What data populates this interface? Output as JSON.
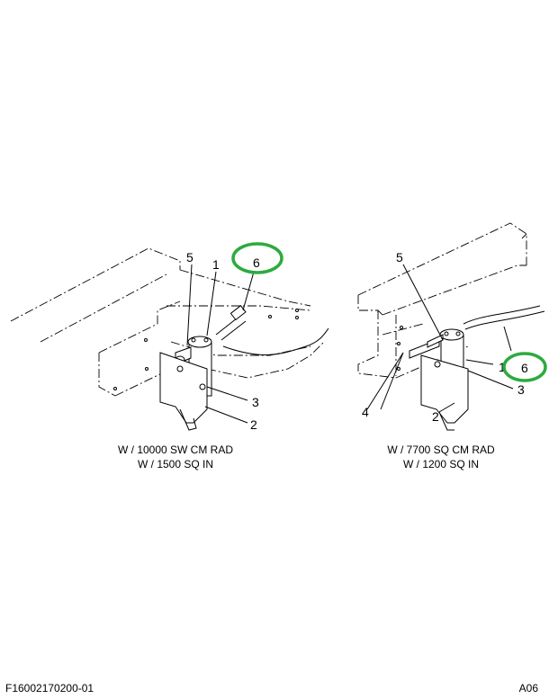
{
  "left_view": {
    "callouts": [
      "5",
      "1",
      "6",
      "3",
      "2"
    ],
    "caption_line1": "W / 10000 SW CM RAD",
    "caption_line2": "W / 1500 SQ IN"
  },
  "right_view": {
    "callouts": [
      "5",
      "1",
      "6",
      "3",
      "4",
      "2"
    ],
    "caption_line1": "W / 7700 SQ CM RAD",
    "caption_line2": "W / 1200 SQ IN"
  },
  "highlight_color": "#2eaa3f",
  "footer": {
    "drawing_number": "F16002170200-01",
    "sheet_code": "A06"
  }
}
